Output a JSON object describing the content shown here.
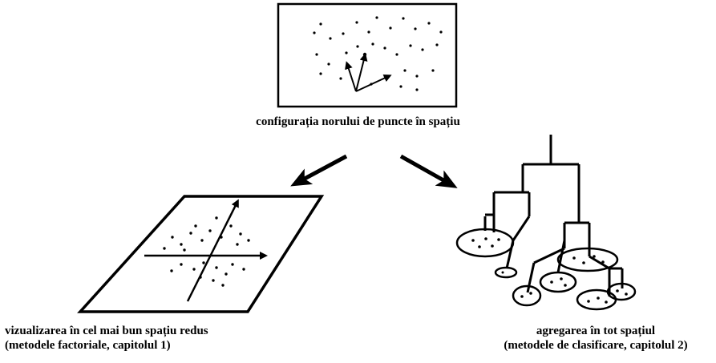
{
  "captions": {
    "top": "configurația norului de puncte în spațiu",
    "left_line1": "vizualizarea în cel mai bun spațiu redus",
    "left_line2": "(metodele factoriale, capitolul 1)",
    "right_line1": "agregarea în tot spațiul",
    "right_line2": "(metodele de clasificare, capitolul 2)"
  },
  "colors": {
    "ink": "#000000",
    "background": "#ffffff"
  }
}
